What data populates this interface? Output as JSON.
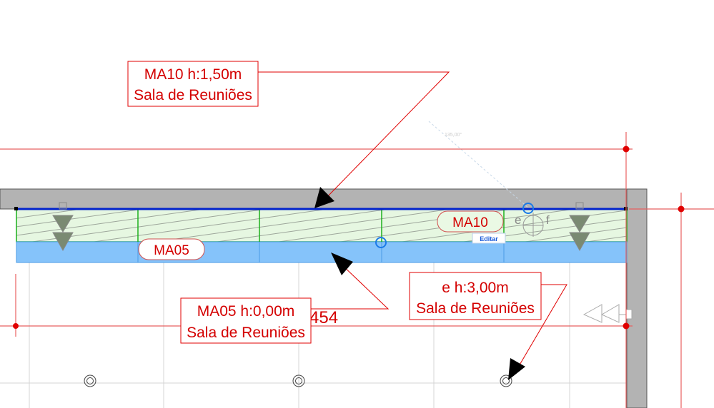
{
  "labels": {
    "ma10": {
      "line1": "MA10 h:1,50m",
      "line2": "Sala de Reuniões"
    },
    "ma05": {
      "line1": "MA05 h:0,00m",
      "line2": "Sala de Reuniões"
    },
    "e": {
      "line1": "e h:3,00m",
      "line2": "Sala de Reuniões"
    }
  },
  "pills": {
    "ma05": "MA05",
    "ma10": "MA10"
  },
  "tooltip": "Editar",
  "angle": "135,00°",
  "dimension": "454",
  "door_marks": {
    "left": "e",
    "right": "f"
  },
  "colors": {
    "red": "#e00000",
    "wall": "#b3b3b3",
    "green": "#e6f7e1",
    "blue": "#85c3fa",
    "select": "#0022cc"
  }
}
